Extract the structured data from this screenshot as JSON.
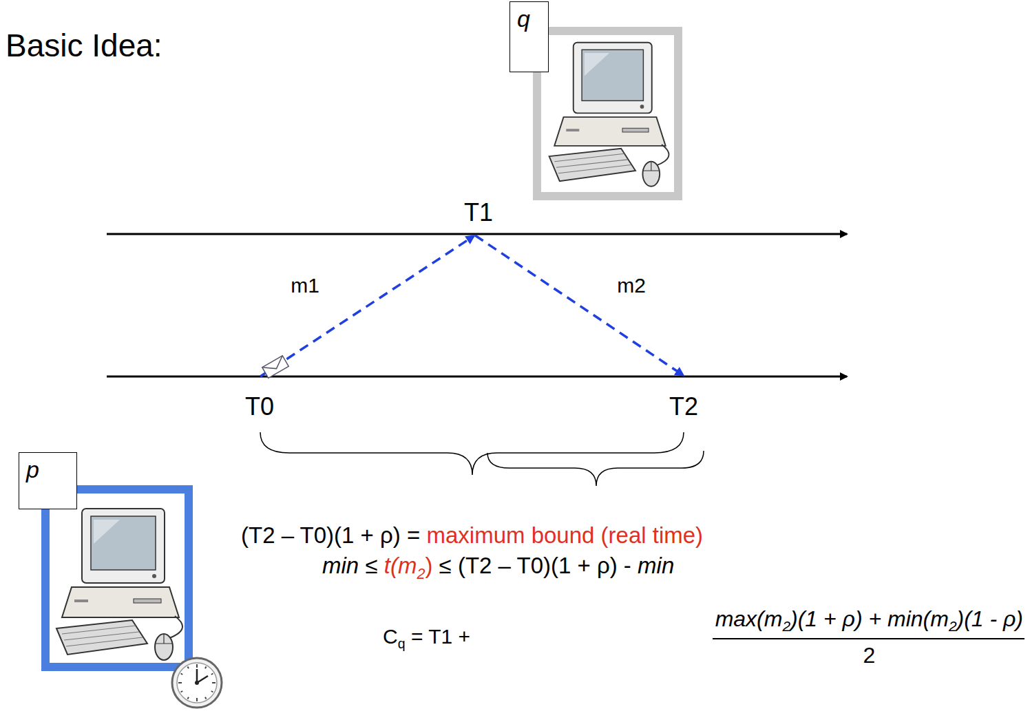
{
  "diagram": {
    "title": "Basic Idea:",
    "nodes": [
      {
        "text": [
          "q"
        ]
      },
      {
        "text": [
          "p"
        ]
      }
    ],
    "labels": [
      "T1",
      "m1",
      "m2",
      "T0",
      "T2",
      "(T2 – T0)(1 + ρ) =",
      "maximum bound (real time)",
      "min",
      "≤",
      "t(m",
      "2",
      ")",
      "≤ (T2 – T0)(1 + ρ) -",
      "min",
      "C",
      "q",
      "= T1 +",
      "max(m",
      "2",
      ")(1 + ρ) + min(m",
      "2",
      ")(1 - ρ)",
      "2"
    ]
  }
}
